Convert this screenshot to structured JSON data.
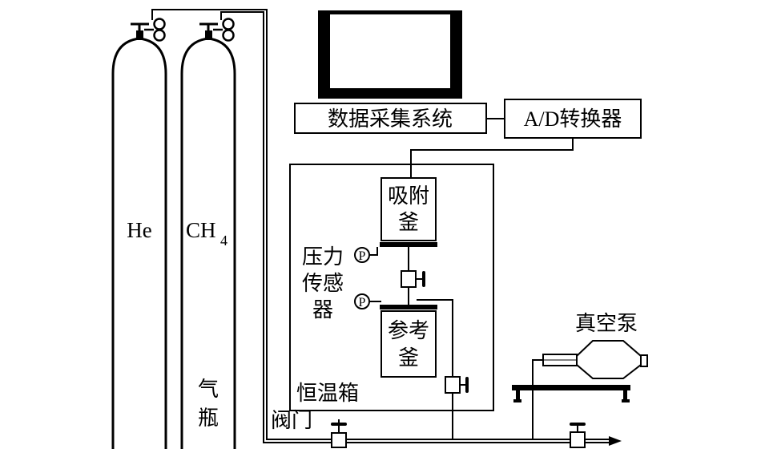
{
  "labels": {
    "he": "He",
    "ch4_base": "CH",
    "ch4_sub": "4",
    "cylinder_caption_1": "气",
    "cylinder_caption_2": "瓶",
    "data_acquisition": "数据采集系统",
    "ad_converter": "A/D转换器",
    "adsorption_vessel_1": "吸附",
    "adsorption_vessel_2": "釜",
    "reference_vessel_1": "参考",
    "reference_vessel_2": "釜",
    "pressure_sensor_1": "压力",
    "pressure_sensor_2": "传感",
    "pressure_sensor_3": "器",
    "pressure_gauge_symbol": "P",
    "thermostat": "恒温箱",
    "valve": "阀门",
    "vacuum_pump": "真空泵"
  },
  "icons": {
    "cylinder_regulator": "regulator-gauges-icon",
    "pressure_gauge": "pressure-gauge-icon",
    "valve": "valve-icon",
    "monitor": "monitor-icon",
    "pump": "vacuum-pump-icon",
    "flow_arrow": "arrow-right-icon"
  },
  "colors": {
    "line": "#000000",
    "background": "#ffffff"
  }
}
